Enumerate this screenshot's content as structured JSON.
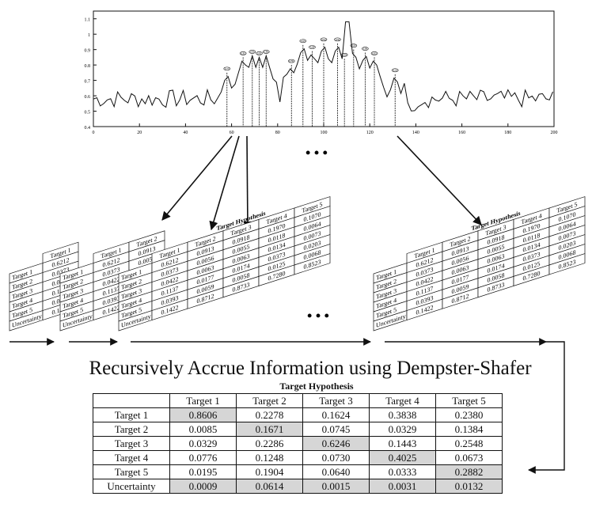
{
  "plot": {
    "y_ticks": [
      "0.4",
      "0.5",
      "0.6",
      "0.7",
      "0.8",
      "0.9",
      "1",
      "1.1"
    ],
    "x_ticks": [
      "0",
      "20",
      "40",
      "60",
      "80",
      "100",
      "120",
      "140",
      "160",
      "180",
      "200"
    ],
    "peak_labels": [
      "0.75",
      "0.85",
      "0.86",
      "0.85",
      "0.86",
      "0.80",
      "0.93",
      "0.89",
      "0.94",
      "0.94",
      "0.84",
      "0.90",
      "0.88",
      "0.85",
      "0.74"
    ]
  },
  "small_tables": {
    "title": "Target Hypothesis",
    "columns": [
      "Target 1",
      "Target 2",
      "Target 3",
      "Target 4",
      "Target 5"
    ],
    "rows": [
      "Target 1",
      "Target 2",
      "Target 3",
      "Target 4",
      "Target 5",
      "Uncertainty"
    ],
    "first_row_values": [
      "0.6212",
      "0.0913",
      "0.0918",
      "0.1970",
      "0.1070"
    ],
    "col1": [
      "0.6212",
      "0.0373",
      "0.0422",
      "0.1137",
      "0.0393",
      "0.1422"
    ],
    "col2": [
      "0.0913",
      "0.0056",
      "0.0063",
      "0.0177",
      "0.0059",
      "0.8712"
    ],
    "col3": [
      "0.0918",
      "0.0055",
      "0.0063",
      "0.0174",
      "0.0058",
      "0.8733"
    ],
    "col4": [
      "0.1970",
      "0.0118",
      "0.0134",
      "0.0373",
      "0.0125",
      "0.7280"
    ],
    "col5": [
      "0.1070",
      "0.0064",
      "0.0073",
      "0.0203",
      "0.0068",
      "0.8523"
    ]
  },
  "ellipsis": "• • •",
  "headline": "Recursively Accrue Information using Dempster-Shafer",
  "result_table": {
    "title": "Target Hypothesis",
    "columns": [
      "Target 1",
      "Target 2",
      "Target 3",
      "Target 4",
      "Target 5"
    ],
    "rows": [
      {
        "label": "Target 1",
        "values": [
          "0.8606",
          "0.2278",
          "0.1624",
          "0.3838",
          "0.2380"
        ],
        "highlight": [
          0
        ]
      },
      {
        "label": "Target 2",
        "values": [
          "0.0085",
          "0.1671",
          "0.0745",
          "0.0329",
          "0.1384"
        ],
        "highlight": [
          1
        ]
      },
      {
        "label": "Target 3",
        "values": [
          "0.0329",
          "0.2286",
          "0.6246",
          "0.1443",
          "0.2548"
        ],
        "highlight": [
          2
        ]
      },
      {
        "label": "Target 4",
        "values": [
          "0.0776",
          "0.1248",
          "0.0730",
          "0.4025",
          "0.0673"
        ],
        "highlight": [
          3
        ]
      },
      {
        "label": "Target 5",
        "values": [
          "0.0195",
          "0.1904",
          "0.0640",
          "0.0333",
          "0.2882"
        ],
        "highlight": [
          4
        ]
      },
      {
        "label": "Uncertainty",
        "values": [
          "0.0009",
          "0.0614",
          "0.0015",
          "0.0031",
          "0.0132"
        ],
        "highlight": [
          0,
          1,
          2,
          3,
          4
        ]
      }
    ]
  }
}
